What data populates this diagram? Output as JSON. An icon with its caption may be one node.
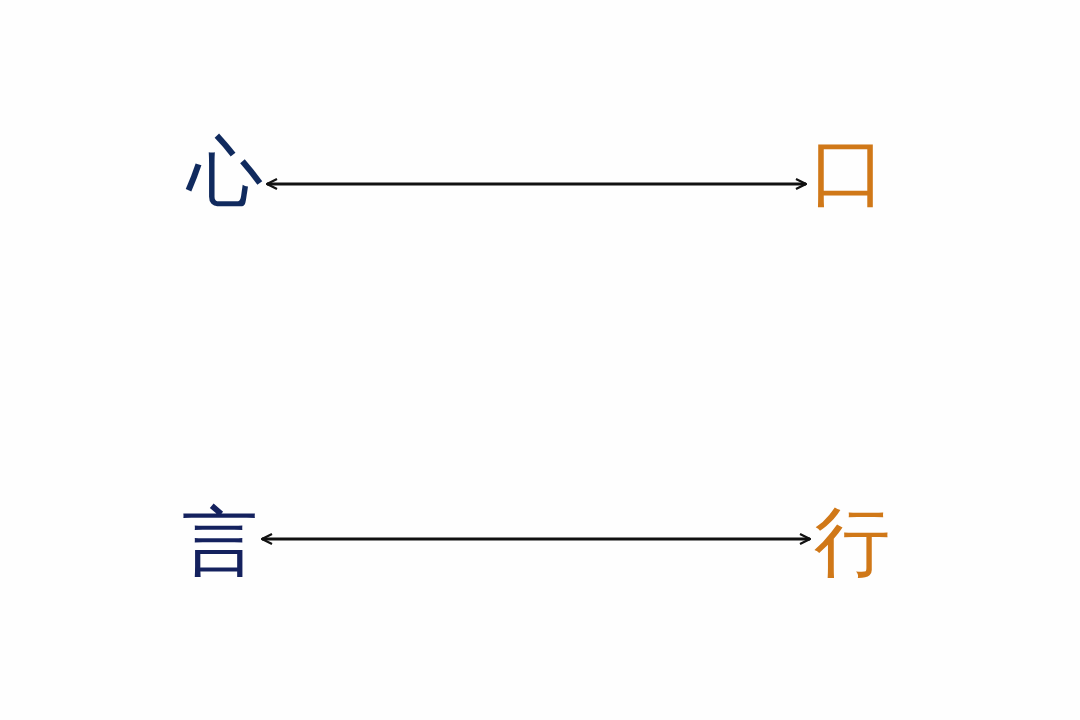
{
  "diagram": {
    "nodes": [
      {
        "text": [
          "心"
        ]
      },
      {
        "text": [
          "口"
        ]
      },
      {
        "text": [
          "言"
        ]
      },
      {
        "text": [
          "行"
        ]
      }
    ],
    "edges": [
      {
        "from": 0,
        "to": 1,
        "arrow": "both"
      },
      {
        "from": 2,
        "to": 3,
        "arrow": "both"
      }
    ]
  }
}
